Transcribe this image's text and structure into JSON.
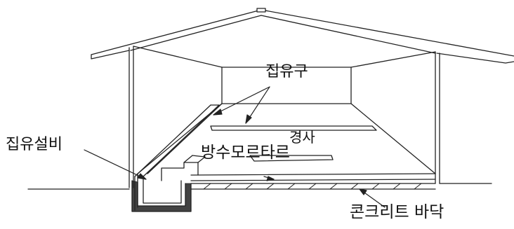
{
  "labels": {
    "oil_inlet": "집유구",
    "oil_collection_device": "집유설비",
    "slope": "경사",
    "waterproof_mortar": "방수모르타르",
    "concrete_floor": "콘크리트 바닥"
  },
  "colors": {
    "line": "#222222",
    "background": "#ffffff"
  }
}
